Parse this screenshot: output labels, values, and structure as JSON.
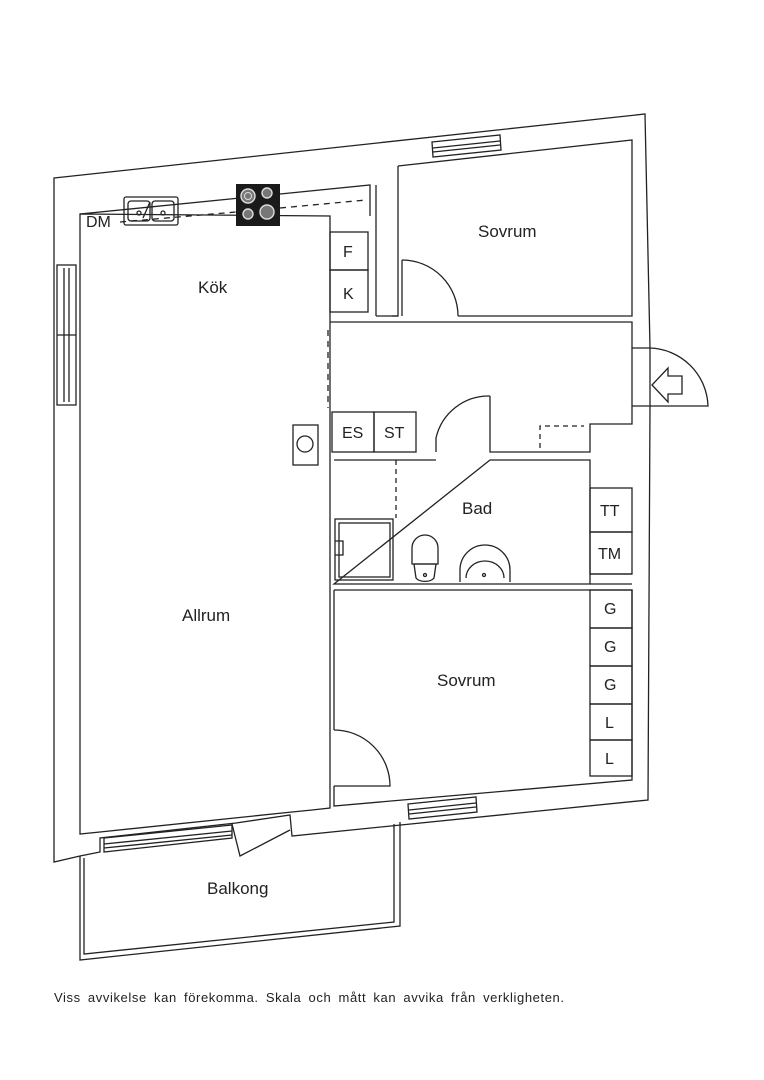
{
  "rooms": {
    "kok": "Kök",
    "sovrum_top": "Sovrum",
    "allrum": "Allrum",
    "bad": "Bad",
    "sovrum_bottom": "Sovrum",
    "balkong": "Balkong"
  },
  "units": {
    "dm": "DM",
    "f": "F",
    "k": "K",
    "es": "ES",
    "st": "ST",
    "tt": "TT",
    "tm": "TM",
    "g1": "G",
    "g2": "G",
    "g3": "G",
    "l1": "L",
    "l2": "L"
  },
  "disclaimer": "Viss avvikelse kan förekomma. Skala och mått kan avvika från verkligheten."
}
